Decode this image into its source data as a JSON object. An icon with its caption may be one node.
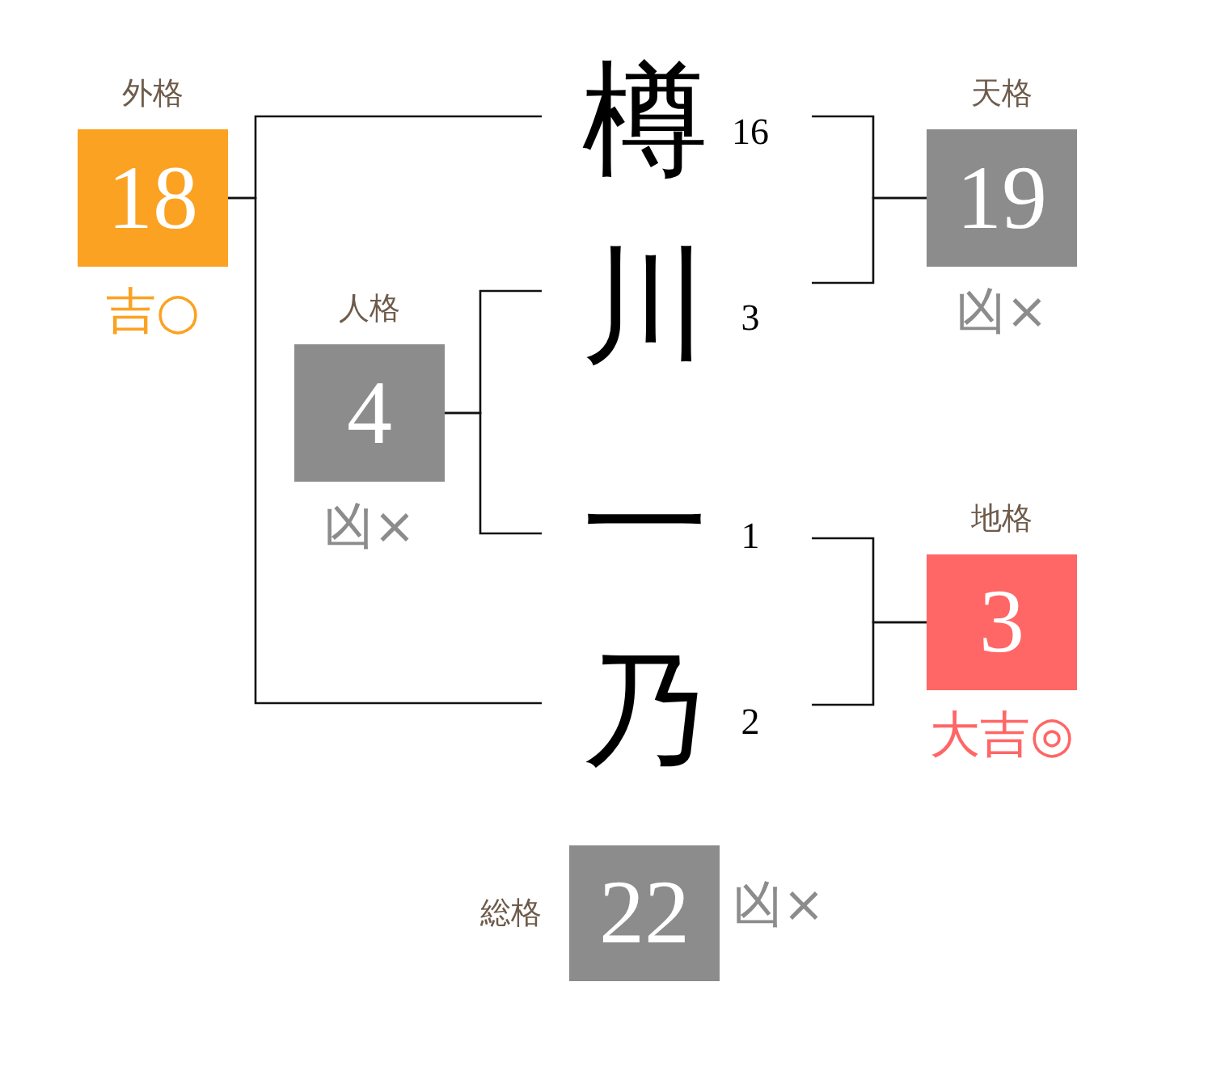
{
  "diagram": {
    "nodes": [
      {
        "text": [
          "外格",
          "18"
        ],
        "beside": [
          "吉○"
        ]
      },
      {
        "text": [
          "樽"
        ],
        "beside": [
          "16"
        ]
      },
      {
        "text": [
          "天格",
          "19"
        ],
        "beside": [
          "凶×"
        ]
      },
      {
        "text": [
          "川"
        ],
        "beside": [
          "3"
        ]
      },
      {
        "text": [
          "人格",
          "4"
        ],
        "beside": [
          "凶×"
        ]
      },
      {
        "text": [
          "一"
        ],
        "beside": [
          "1"
        ]
      },
      {
        "text": [
          "地格",
          "3"
        ],
        "beside": [
          "大吉◎"
        ]
      },
      {
        "text": [
          "乃"
        ],
        "beside": [
          "2"
        ]
      },
      {
        "text": [
          "総格",
          "22"
        ],
        "beside": [
          "凶×"
        ]
      }
    ],
    "edges": [
      {
        "from": 0,
        "to": 1,
        "arrow": "none"
      },
      {
        "from": 0,
        "to": 7,
        "arrow": "none"
      },
      {
        "from": 2,
        "to": 1,
        "arrow": "none"
      },
      {
        "from": 2,
        "to": 3,
        "arrow": "none"
      },
      {
        "from": 4,
        "to": 3,
        "arrow": "none"
      },
      {
        "from": 4,
        "to": 5,
        "arrow": "none"
      },
      {
        "from": 6,
        "to": 5,
        "arrow": "none"
      },
      {
        "from": 6,
        "to": 7,
        "arrow": "none"
      }
    ]
  }
}
